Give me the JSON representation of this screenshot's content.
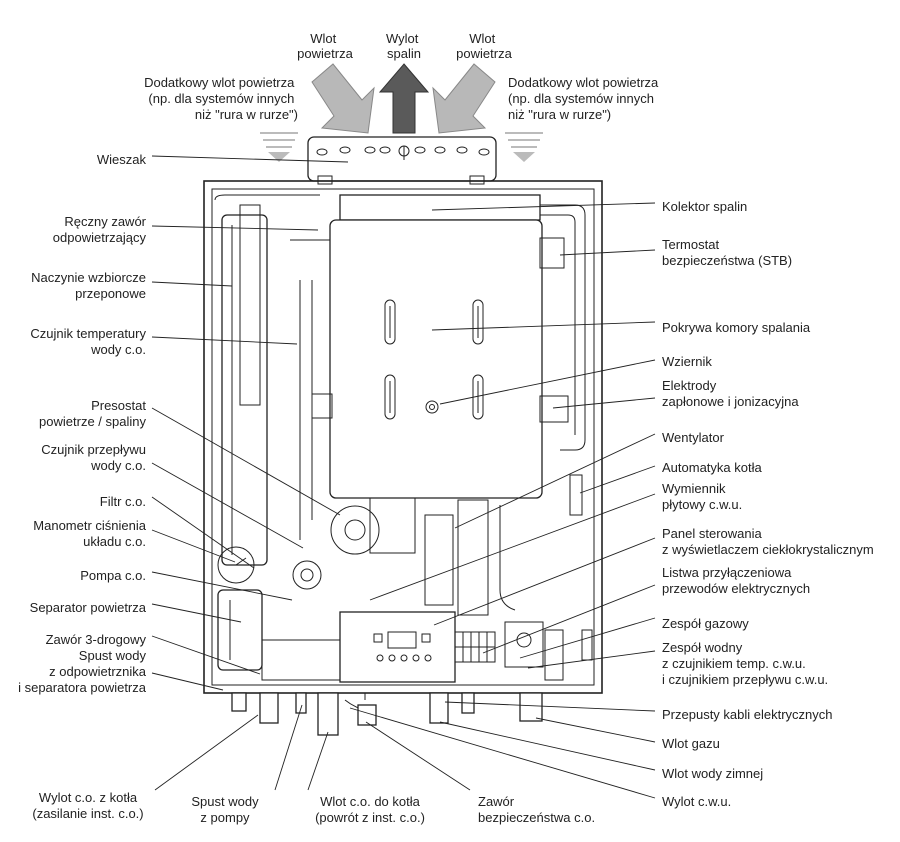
{
  "top": {
    "air_inlet_left": [
      "Wlot",
      "powietrza"
    ],
    "flue_outlet": [
      "Wylot",
      "spalin"
    ],
    "air_inlet_right": [
      "Wlot",
      "powietrza"
    ],
    "extra_inlet_left": [
      "Dodatkowy wlot powietrza",
      "(np. dla systemów innych",
      "niż \"rura w rurze\")"
    ],
    "extra_inlet_right": [
      "Dodatkowy wlot powietrza",
      "(np. dla systemów innych",
      "niż \"rura w rurze\")"
    ]
  },
  "left_labels": [
    [
      "Wieszak"
    ],
    [
      "Ręczny zawór",
      "odpowietrzający"
    ],
    [
      "Naczynie wzbiorcze",
      "przeponowe"
    ],
    [
      "Czujnik temperatury",
      "wody c.o."
    ],
    [
      "Presostat",
      "powietrze / spaliny"
    ],
    [
      "Czujnik przepływu",
      "wody c.o."
    ],
    [
      "Filtr c.o."
    ],
    [
      "Manometr ciśnienia",
      "układu c.o."
    ],
    [
      "Pompa c.o."
    ],
    [
      "Separator powietrza"
    ],
    [
      "Zawór 3-drogowy"
    ],
    [
      "Spust wody",
      "z odpowietrznika",
      "i separatora powietrza"
    ]
  ],
  "right_labels": [
    [
      "Kolektor spalin"
    ],
    [
      "Termostat",
      "bezpieczeństwa (STB)"
    ],
    [
      "Pokrywa komory spalania"
    ],
    [
      "Wziernik"
    ],
    [
      "Elektrody",
      "zapłonowe i jonizacyjna"
    ],
    [
      "Wentylator"
    ],
    [
      "Automatyka kotła"
    ],
    [
      "Wymiennik",
      "płytowy c.w.u."
    ],
    [
      "Panel sterowania",
      "z wyświetlaczem ciekłokrystalicznym"
    ],
    [
      "Listwa przyłączeniowa",
      "przewodów elektrycznych"
    ],
    [
      "Zespół gazowy"
    ],
    [
      "Zespół wodny",
      "z czujnikiem temp. c.w.u.",
      "i czujnikiem przepływu c.w.u."
    ],
    [
      "Przepusty kabli elektrycznych"
    ],
    [
      "Wlot gazu"
    ],
    [
      "Wlot wody zimnej"
    ],
    [
      "Wylot c.w.u."
    ]
  ],
  "bottom_labels": [
    [
      "Wylot c.o. z kotła",
      "(zasilanie inst. c.o.)"
    ],
    [
      "Spust wody",
      "z pompy"
    ],
    [
      "Wlot c.o. do kotła",
      "(powrót z inst. c.o.)"
    ],
    [
      "Zawór",
      "bezpieczeństwa c.o."
    ]
  ]
}
